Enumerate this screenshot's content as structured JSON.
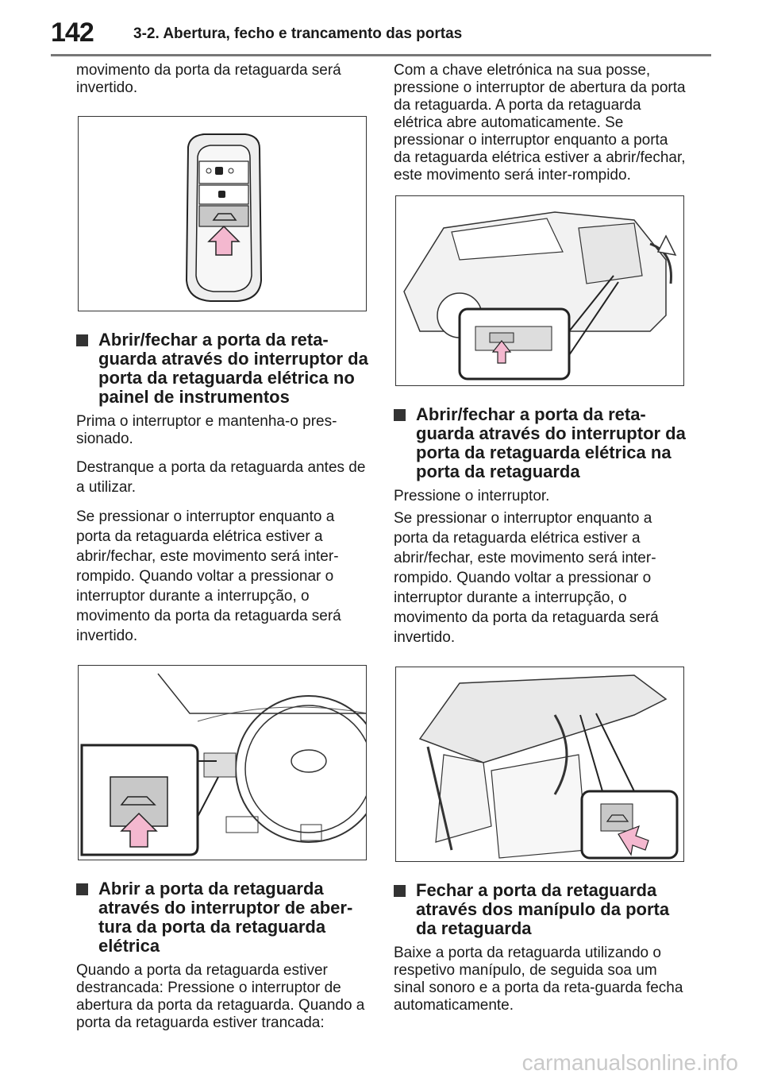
{
  "header": {
    "page_number": "142",
    "section_title": "3-2. Abertura, fecho e trancamento das portas"
  },
  "left": {
    "intro": "movimento da porta da retaguarda será invertido.",
    "heading1": "Abrir/fechar a porta da reta-guarda através do interruptor da porta da retaguarda elétrica no painel de instrumentos",
    "p1": "Prima o interruptor e mantenha-o pres-sionado.",
    "p2": "Destranque a porta da retaguarda antes de a utilizar.",
    "p3": "Se pressionar o interruptor enquanto a porta da retaguarda elétrica estiver a abrir/fechar, este movimento será inter-rompido. Quando voltar a pressionar o interruptor durante a interrupção, o movimento da porta da retaguarda será invertido.",
    "heading2": "Abrir a porta da retaguarda através do interruptor de aber-tura da porta da retaguarda elétrica",
    "p4": "Quando a porta da retaguarda estiver destrancada: Pressione o interruptor de abertura da porta da retaguarda. Quando a porta da retaguarda estiver trancada:"
  },
  "right": {
    "p1": "Com a chave eletrónica na sua posse, pressione o interruptor de abertura da porta da retaguarda. A porta da retaguarda elétrica abre automaticamente. Se pressionar o interruptor enquanto a porta da retaguarda elétrica estiver a abrir/fechar, este movimento será inter-rompido.",
    "heading3": "Abrir/fechar a porta da reta-guarda através do interruptor da porta da retaguarda elétrica na porta da retaguarda",
    "p2": "Pressione o interruptor.",
    "p3": "Se pressionar o interruptor enquanto a porta da retaguarda elétrica estiver a abrir/fechar, este movimento será inter-rompido. Quando voltar a pressionar o interruptor durante a interrupção, o movimento da porta da retaguarda será invertido.",
    "heading4": "Fechar a porta da retaguarda através dos manípulo da porta da retaguarda",
    "p4": "Baixe a porta da retaguarda utilizando o respetivo manípulo, de seguida soa um sinal sonoro e a porta da reta-guarda fecha automaticamente."
  },
  "watermark": "carmanualsonline.info",
  "colors": {
    "arrow_fill": "#f4b8cf",
    "rule": "#777777",
    "button_fill": "#c8c8c8"
  }
}
